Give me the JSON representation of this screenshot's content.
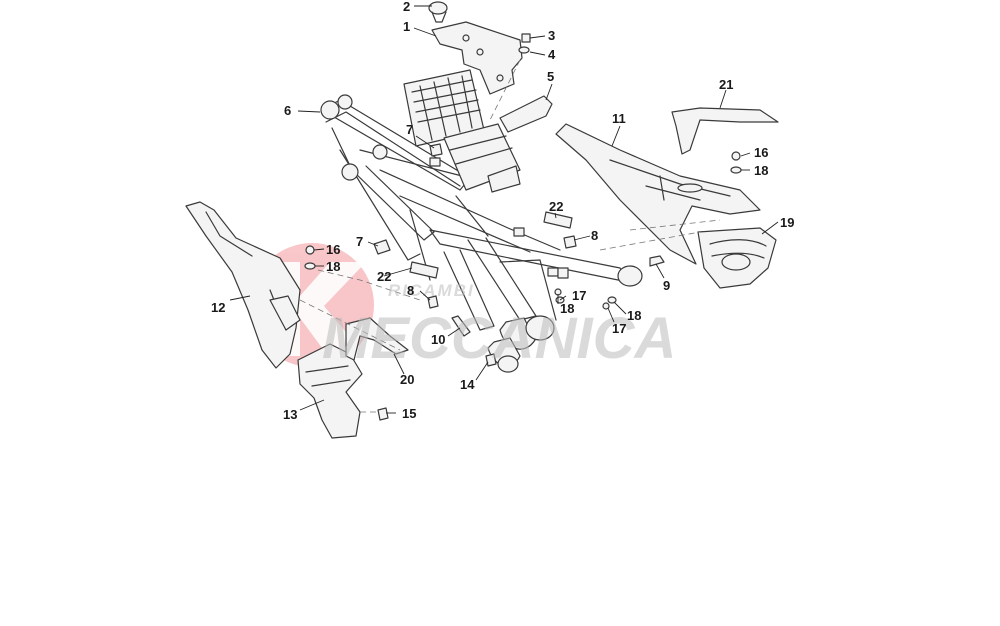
{
  "diagram": {
    "callouts": [
      "1",
      "2",
      "3",
      "4",
      "5",
      "6",
      "7",
      "7",
      "8",
      "8",
      "9",
      "10",
      "11",
      "12",
      "13",
      "14",
      "15",
      "16",
      "16",
      "17",
      "17",
      "18",
      "18",
      "18",
      "18",
      "19",
      "20",
      "21",
      "22",
      "22"
    ]
  },
  "watermark": {
    "line1": "RICAMBI",
    "line2": "MECCANICA",
    "logo_letter": "K",
    "logo_color": "#e8323c"
  }
}
